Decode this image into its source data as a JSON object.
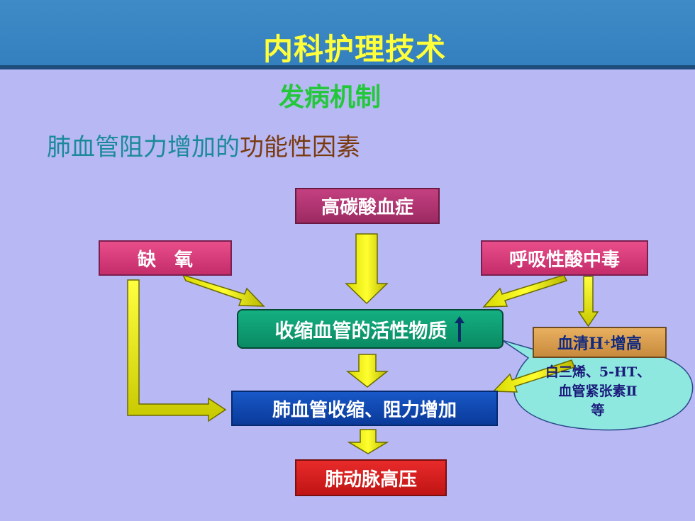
{
  "header": {
    "title": "内科护理技术"
  },
  "section": {
    "subtitle": "发病机制"
  },
  "heading": {
    "part1": "肺血管阻力增加的",
    "part2": "功能性因素"
  },
  "diagram": {
    "nodes": {
      "hypercapnia": "高碳酸血症",
      "hypoxia": "缺　氧",
      "respiratory_acidosis": "呼吸性酸中毒",
      "vasoactive": "收缩血管的活性物质",
      "serum_h_pre": "血清H",
      "serum_h_sup": "+",
      "serum_h_post": "增高",
      "vasoconstriction": "肺血管收缩、阻力增加",
      "pulmonary_hypertension": "肺动脉高压"
    },
    "callout": {
      "line1": "白三烯、5-HT、",
      "line2": "血管紧张素Ⅱ",
      "line3": "等"
    }
  }
}
